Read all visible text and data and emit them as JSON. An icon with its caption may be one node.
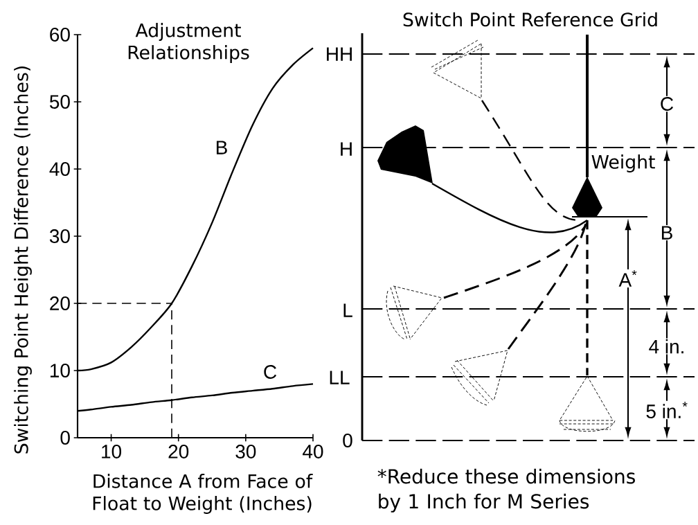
{
  "diagram": {
    "title": "Switch Point Reference Grid",
    "caption": "*Reduce these dimensions by 1 Inch for M Series",
    "labels": [
      "HH",
      "C",
      "H",
      "Weight",
      "B",
      "A$^{*}$",
      "L",
      "4 in.",
      "LL",
      "5 in.$^{*}$",
      "0"
    ],
    "chart_data": {
      "type": "line",
      "title": "Adjustment Relationships",
      "xlabel": "Distance A from Face of Float to Weight (Inches)",
      "ylabel": "Switching Point Height Difference (Inches)",
      "x": [
        5,
        7,
        10,
        13,
        16,
        19,
        22,
        25,
        28,
        31,
        34,
        37,
        40
      ],
      "series": [
        {
          "name": "B",
          "values": [
            10,
            10.2,
            11.2,
            13.5,
            16.5,
            20,
            25.5,
            32,
            39.5,
            46.5,
            52,
            55.5,
            58
          ]
        },
        {
          "name": "C",
          "values": [
            4,
            4.2,
            4.6,
            4.9,
            5.3,
            5.6,
            6,
            6.3,
            6.7,
            7,
            7.3,
            7.7,
            8
          ]
        }
      ],
      "xlim": [
        5,
        40
      ],
      "ylim": [
        0,
        60
      ],
      "xticks": [
        10,
        20,
        30,
        40
      ],
      "yticks": [
        0,
        10,
        20,
        30,
        40,
        50,
        60
      ],
      "ref_lines": [
        {
          "axis": "x",
          "value": 19
        },
        {
          "axis": "y",
          "value": 20
        }
      ]
    }
  }
}
